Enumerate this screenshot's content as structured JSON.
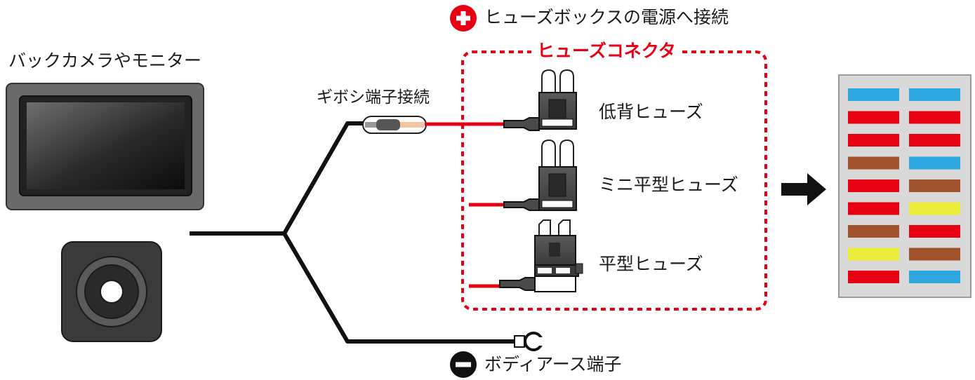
{
  "labels": {
    "device": "バックカメラやモニター",
    "gibosi": "ギボシ端子接続",
    "fuse_box_power": "ヒューズボックスの電源へ接続",
    "fuse_connector": "ヒューズコネクタ",
    "low_profile_fuse": "低背ヒューズ",
    "mini_fuse": "ミニ平型ヒューズ",
    "flat_fuse": "平型ヒューズ",
    "body_earth": "ボディアース端子"
  },
  "colors": {
    "plus_red": "#e60012",
    "wire_black": "#111111",
    "wire_red": "#e60012",
    "fuse_blue": "#2ea7e0",
    "fuse_red": "#e60012",
    "fuse_brown": "#a0522d",
    "fuse_yellow": "#ecec3a",
    "panel_gray": "#d9d9d9"
  },
  "fuse_panel": {
    "rows": [
      [
        "blue",
        "blue"
      ],
      [
        "red",
        "red"
      ],
      [
        "red",
        "red"
      ],
      [
        "brown",
        "blue"
      ],
      [
        "red",
        "brown"
      ],
      [
        "red",
        "yellow"
      ],
      [
        "brown",
        "red"
      ],
      [
        "yellow",
        "brown"
      ],
      [
        "red",
        "blue"
      ]
    ]
  },
  "icons": {
    "plus": "plus-circle-icon",
    "minus": "minus-circle-icon",
    "arrow": "arrow-right-icon"
  }
}
